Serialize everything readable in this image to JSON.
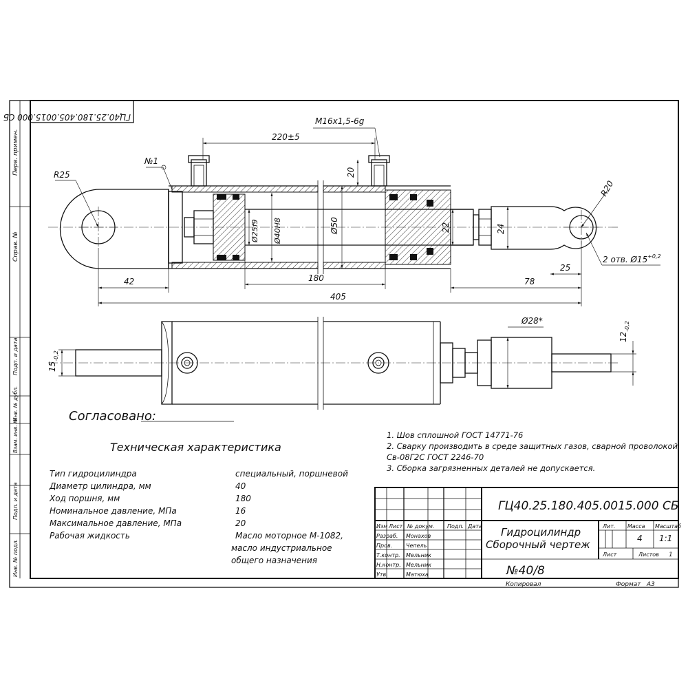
{
  "stamp_rotated": "ГЦ40.25.180.405.0015.000 СБ",
  "side_labels": {
    "perv_primen": "Перв. примен.",
    "sprav": "Справ. №",
    "podp_data_1": "Подп. и дата",
    "inv_dubl": "Инв. № дубл.",
    "vzam_inv": "Взам. инв. №",
    "podp_data_2": "Подп. и дата",
    "inv_podl": "Инв. № подл."
  },
  "dimensions": {
    "thread": "M16x1,5-6g",
    "stroke_220": "220±5",
    "pos_1": "№1",
    "r25": "R25",
    "r20": "R20",
    "d20": "20",
    "d25f9": "Ø25f9",
    "d40h8": "Ø40H8",
    "d50": "Ø50",
    "d22": "22",
    "d24": "24",
    "len_42": "42",
    "len_180": "180",
    "len_78": "78",
    "len_25": "25",
    "len_405": "405",
    "holes_prefix": "2 отв. Ø15",
    "holes_tol": "+0,2",
    "d28": "Ø28*",
    "w15": "15",
    "w15_tol": "-0,2",
    "w12": "12",
    "w12_tol": "-0,2"
  },
  "soglasovano": "Согласовано:",
  "tech": {
    "title": "Техническая характеристика",
    "rows": [
      {
        "label": "Тип гидроцилиндра",
        "value": "специальный, поршневой"
      },
      {
        "label": "Диаметр цилиндра, мм",
        "value": "40"
      },
      {
        "label": "Ход поршня, мм",
        "value": "180"
      },
      {
        "label": "Номинальное давление, МПа",
        "value": "16"
      },
      {
        "label": "Максимальное давление, МПа",
        "value": "20"
      },
      {
        "label": "Рабочая жидкость",
        "value": "Масло моторное М-1082,"
      }
    ],
    "value_cont_1": "масло индустриальное",
    "value_cont_2": "общего назначения"
  },
  "notes": [
    "1. Шов сплошной ГОСТ 14771-76",
    "2. Сварку производить в среде защитных газов, сварной проволокой",
    "Св-08Г2С ГОСТ 2246-70",
    "3. Сборка загрязненных деталей не допускается."
  ],
  "title_block": {
    "doc_number": "ГЦ40.25.180.405.0015.000 СБ",
    "name_line1": "Гидроцилиндр",
    "name_line2": "Сборочный чертеж",
    "group": "№40/8",
    "headers": {
      "izm": "Изм",
      "list": "Лист",
      "doc": "№ докум.",
      "podp": "Подп.",
      "data": "Дата",
      "lit": "Лит.",
      "massa": "Масса",
      "masshtab": "Масштаб",
      "list2": "Лист",
      "listov": "Листов"
    },
    "mass_value": "4",
    "scale_value": "1:1",
    "listov_value": "1",
    "roles": [
      {
        "role": "Разраб.",
        "name": "Монахов"
      },
      {
        "role": "Пров.",
        "name": "Чепель"
      },
      {
        "role": "Т.контр.",
        "name": "Мельник"
      },
      {
        "role": "Н.контр.",
        "name": "Мельник"
      },
      {
        "role": "Утв.",
        "name": "Матюха"
      }
    ],
    "kopiroval": "Копировал",
    "format_label": "Формат",
    "format_value": "А3"
  }
}
